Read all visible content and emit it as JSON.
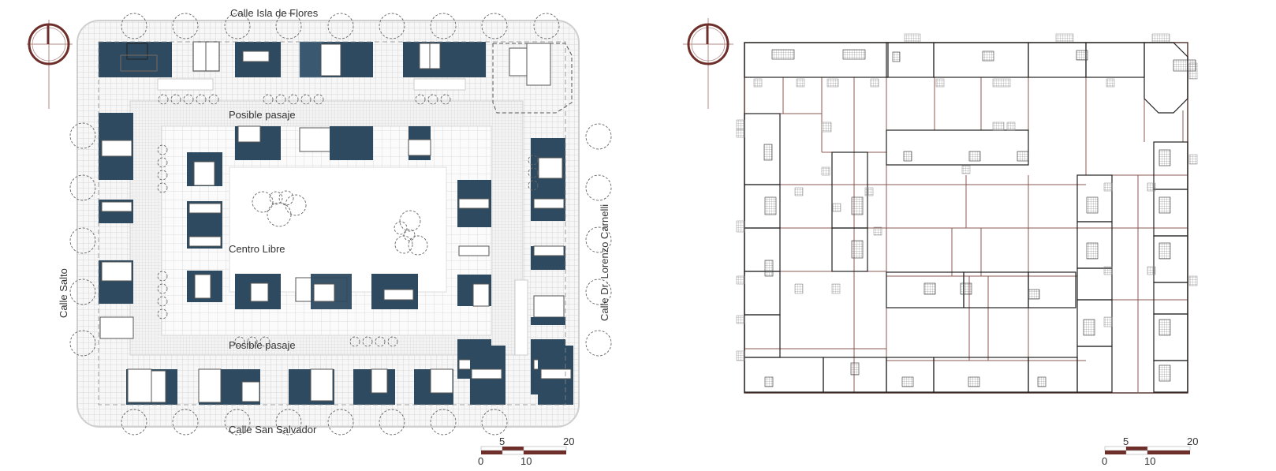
{
  "colors": {
    "block_fill": "#2e4a60",
    "grid_line": "#cfcfcf",
    "paving_bg": "#f4f4f4",
    "compass": "#6e2f2a",
    "scale_dark": "#6e2f2a",
    "plan_wall": "#222222",
    "plan_partition": "#8b5a52"
  },
  "left_plan": {
    "streets": {
      "north": "Calle Isla de Flores",
      "south": "Calle San Salvador",
      "west": "Calle Salto",
      "east": "Calle Dr. Lorenzo Carnelli"
    },
    "zones": {
      "passage_top": "Posible pasaje",
      "passage_bottom": "Posible pasaje",
      "center": "Centro Libre"
    },
    "north_arrow": "north-arrow",
    "scale_bar": {
      "ticks": [
        "0",
        "5",
        "10",
        "20"
      ]
    }
  },
  "right_plan": {
    "north_arrow": "north-arrow",
    "scale_bar": {
      "ticks": [
        "0",
        "5",
        "10",
        "20"
      ]
    }
  }
}
